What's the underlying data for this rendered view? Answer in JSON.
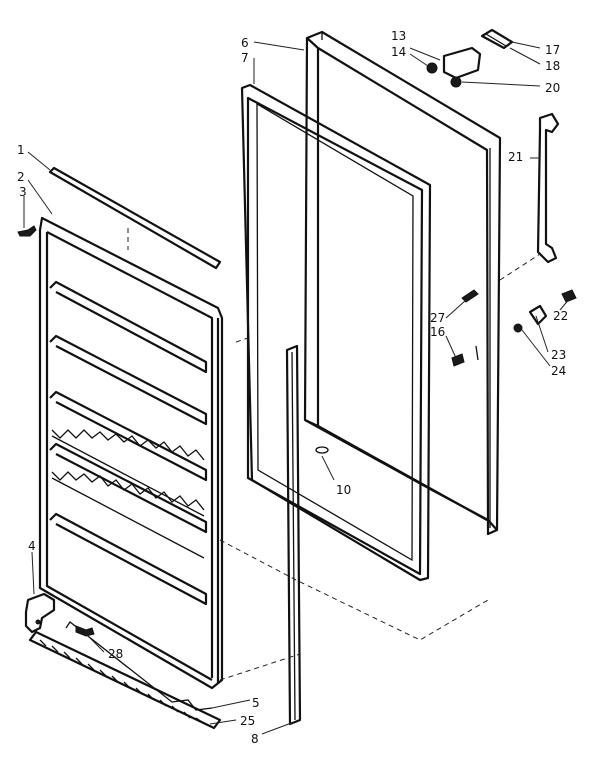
{
  "diagram": {
    "callouts": {
      "c1": "1",
      "c2": "2",
      "c3": "3",
      "c4": "4",
      "c5": "5",
      "c6": "6",
      "c7": "7",
      "c8": "8",
      "c10": "10",
      "c13": "13",
      "c14": "14",
      "c16": "16",
      "c17": "17",
      "c18": "18",
      "c20": "20",
      "c21": "21",
      "c22": "22",
      "c23": "23",
      "c24": "24",
      "c25": "25",
      "c27": "27",
      "c28": "28"
    }
  },
  "colors": {
    "ink": "#111111",
    "paper": "#ffffff"
  }
}
